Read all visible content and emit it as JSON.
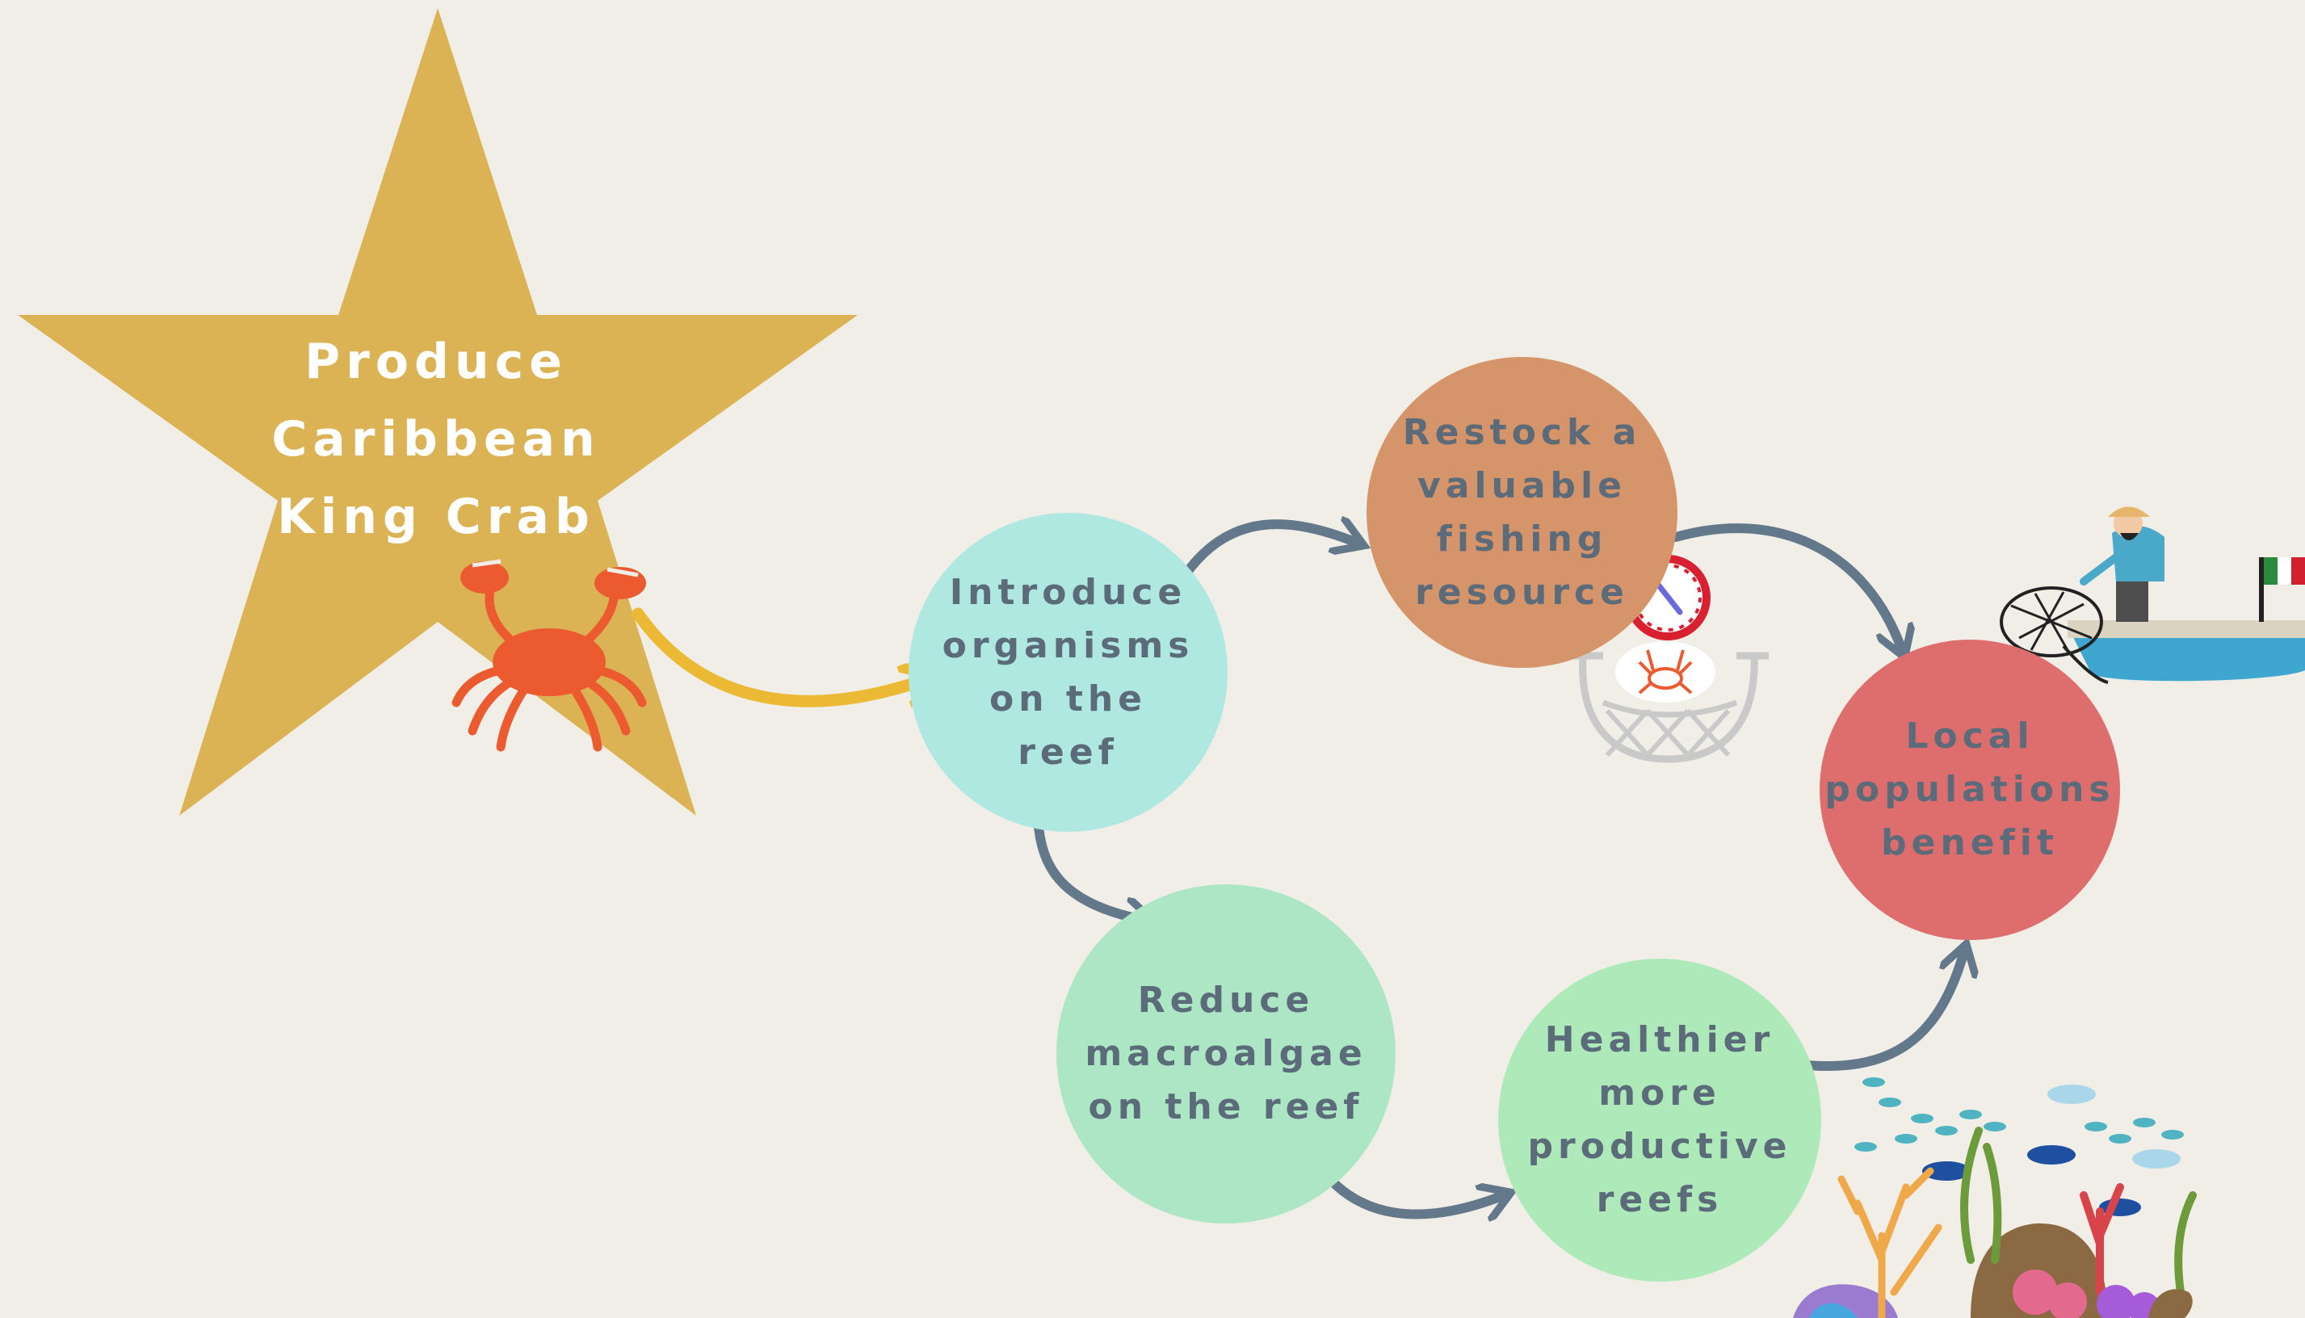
{
  "colors": {
    "background": "#f0eee7",
    "star": "#dcb354",
    "star_arrow": "#ecb935",
    "arrow": "#64788b",
    "node_text": "#5c6b79",
    "introduce": "#aee8e1",
    "restock": "#d6946a",
    "reduce": "#ace6c5",
    "healthier": "#ade9b9",
    "local": "#de6e6e",
    "crab": "#ec5a2f"
  },
  "star": {
    "label": "Produce Caribbean King Crab"
  },
  "nodes": {
    "introduce": {
      "label": "Introduce organisms on the reef"
    },
    "restock": {
      "label": "Restock a valuable fishing resource"
    },
    "reduce": {
      "label": "Reduce macroalgae on the reef"
    },
    "healthier": {
      "label": "Healthier more productive reefs"
    },
    "local": {
      "label": "Local populations benefit"
    }
  },
  "icons": [
    "crab-icon",
    "crab-trap-icon",
    "no-fishing-sign-icon",
    "fisherman-boat-icon",
    "mexico-flag-icon",
    "coral-reef-icon",
    "fish-school-icon"
  ]
}
